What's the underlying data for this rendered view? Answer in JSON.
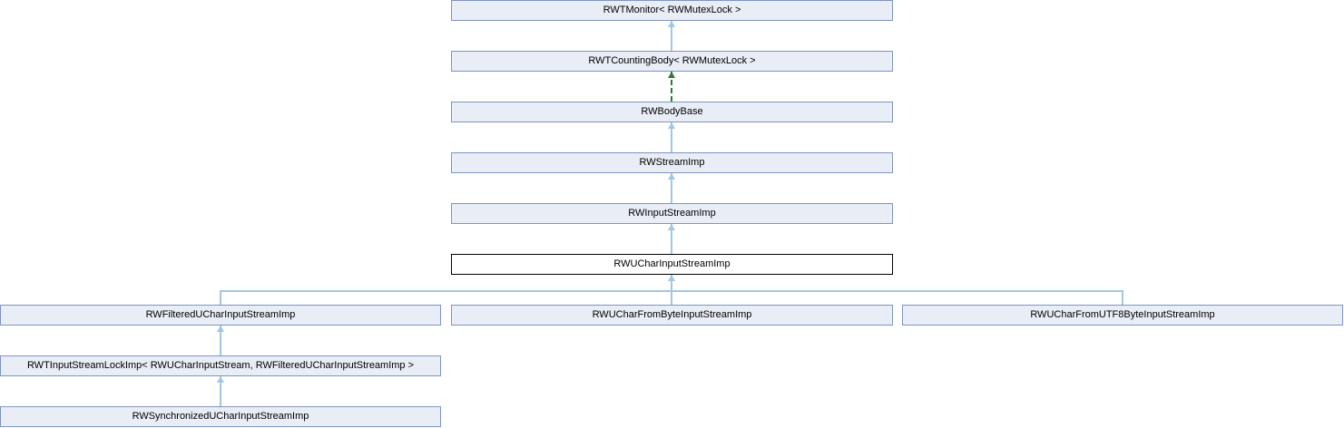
{
  "diagram": {
    "type": "class-inheritance-diagram",
    "nodes": [
      {
        "label": "RWTMonitor< RWMutexLock >"
      },
      {
        "label": "RWTCountingBody< RWMutexLock >"
      },
      {
        "label": "RWBodyBase"
      },
      {
        "label": "RWStreamImp"
      },
      {
        "label": "RWInputStreamImp"
      },
      {
        "label": "RWUCharInputStreamImp",
        "highlighted": true
      },
      {
        "label": "RWFilteredUCharInputStreamImp"
      },
      {
        "label": "RWUCharFromByteInputStreamImp"
      },
      {
        "label": "RWUCharFromUTF8ByteInputStreamImp"
      },
      {
        "label": "RWTInputStreamLockImp< RWUCharInputStream, RWFilteredUCharInputStreamImp >"
      },
      {
        "label": "RWSynchronizedUCharInputStreamImp"
      }
    ],
    "edges": [
      {
        "from": "RWTCountingBody< RWMutexLock >",
        "to": "RWTMonitor< RWMutexLock >",
        "style": "solid-lightblue"
      },
      {
        "from": "RWBodyBase",
        "to": "RWTCountingBody< RWMutexLock >",
        "style": "dashed-darkgreen"
      },
      {
        "from": "RWStreamImp",
        "to": "RWBodyBase",
        "style": "solid-lightblue"
      },
      {
        "from": "RWInputStreamImp",
        "to": "RWStreamImp",
        "style": "solid-lightblue"
      },
      {
        "from": "RWUCharInputStreamImp",
        "to": "RWInputStreamImp",
        "style": "solid-lightblue"
      },
      {
        "from": "RWFilteredUCharInputStreamImp",
        "to": "RWUCharInputStreamImp",
        "style": "solid-lightblue"
      },
      {
        "from": "RWUCharFromByteInputStreamImp",
        "to": "RWUCharInputStreamImp",
        "style": "solid-lightblue"
      },
      {
        "from": "RWUCharFromUTF8ByteInputStreamImp",
        "to": "RWUCharInputStreamImp",
        "style": "solid-lightblue"
      },
      {
        "from": "RWTInputStreamLockImp< RWUCharInputStream, RWFilteredUCharInputStreamImp >",
        "to": "RWFilteredUCharInputStreamImp",
        "style": "solid-lightblue"
      },
      {
        "from": "RWSynchronizedUCharInputStreamImp",
        "to": "RWTInputStreamLockImp< RWUCharInputStream, RWFilteredUCharInputStreamImp >",
        "style": "solid-lightblue"
      }
    ]
  },
  "colors": {
    "node_fill": "#e8edf6",
    "node_border": "#7e95c3",
    "highlight_fill": "#ffffff",
    "highlight_border": "#000000",
    "inheritance_edge": "#a0c8e4",
    "template_edge": "#2e7b32",
    "text": "#000000"
  }
}
